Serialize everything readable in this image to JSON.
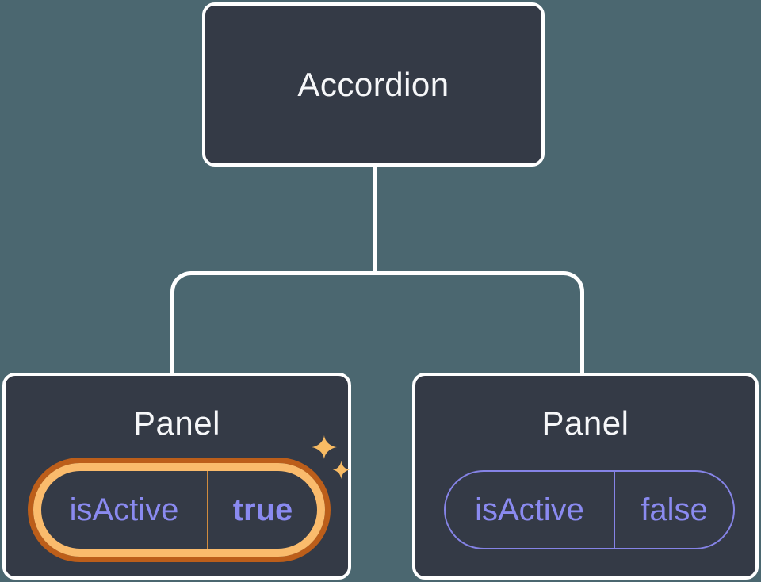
{
  "palette": {
    "background": "#4B6770",
    "node_fill": "#343A46",
    "node_border": "#FFFFFF",
    "title_text": "#F6F7F9",
    "state_text": "#8A8AF0",
    "inactive_pill_border": "#8583E6",
    "active_ring_outer": "#BC5E1A",
    "active_ring_inner": "#FABB6C",
    "active_divider": "#D08B3E",
    "sparkle": "#F8BB64",
    "connector": "#FFFFFF"
  },
  "tree": {
    "root": {
      "label": "Accordion"
    },
    "children": [
      {
        "title": "Panel",
        "state_name": "isActive",
        "state_value": "true",
        "highlighted": true,
        "icon": "sparkles-icon"
      },
      {
        "title": "Panel",
        "state_name": "isActive",
        "state_value": "false",
        "highlighted": false
      }
    ]
  }
}
